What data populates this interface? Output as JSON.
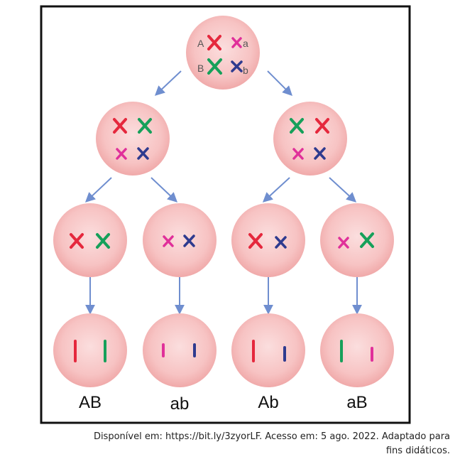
{
  "colors": {
    "red": "#e5283d",
    "green": "#16a05a",
    "magenta": "#e0309a",
    "blue": "#2f3b8f",
    "cell_fill": "#f7c6c6",
    "arrow": "#6f8ecf",
    "border": "#111111"
  },
  "parent_cell": {
    "allele_labels": [
      "A",
      "a",
      "B",
      "b"
    ]
  },
  "gametes": [
    {
      "label": "AB"
    },
    {
      "label": "ab"
    },
    {
      "label": "Ab"
    },
    {
      "label": "aB"
    }
  ],
  "caption": {
    "line1": "Disponível em: https://bit.ly/3zyorLF. Acesso em: 5 ago. 2022. Adaptado para",
    "line2": "fins didáticos."
  }
}
